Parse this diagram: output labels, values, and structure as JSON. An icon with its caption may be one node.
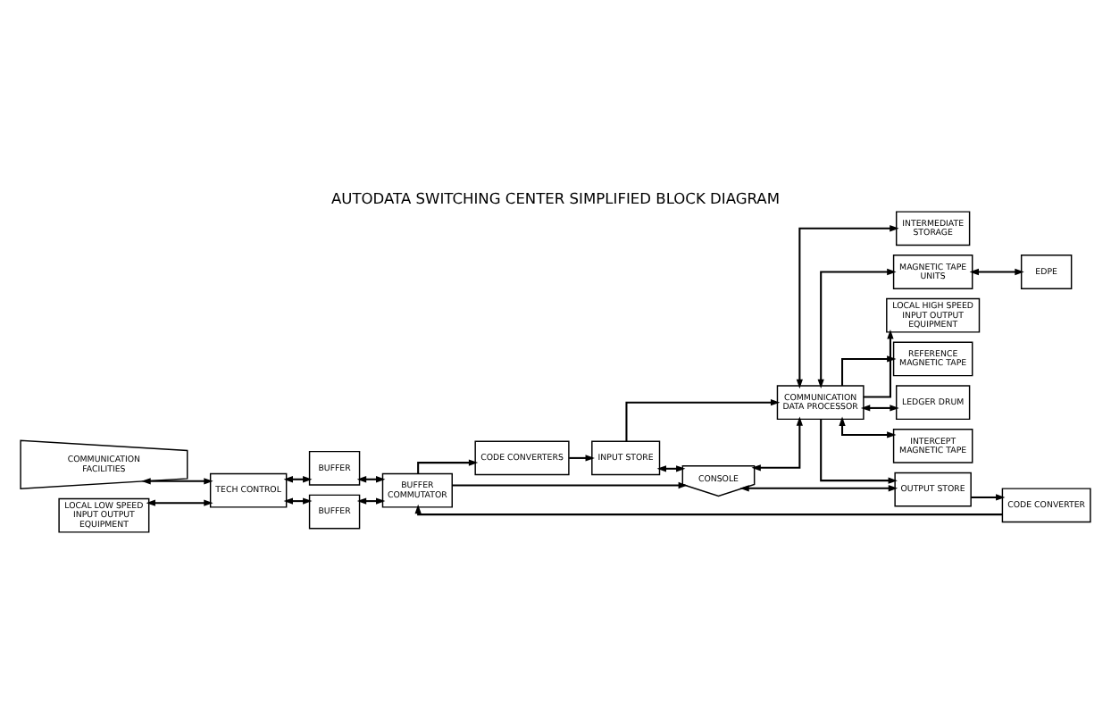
{
  "diagram": {
    "title": "AUTODATA SWITCHING CENTER SIMPLIFIED BLOCK DIAGRAM",
    "nodes": [
      {
        "text": [
          "COMMUNICATION FACILITIES"
        ]
      },
      {
        "text": [
          "TECH CONTROL"
        ]
      },
      {
        "text": [
          "BUFFER"
        ]
      },
      {
        "text": [
          "BUFFER COMMUTATOR"
        ]
      },
      {
        "text": [
          "CODE CONVERTERS"
        ]
      },
      {
        "text": [
          "INPUT STORE"
        ]
      },
      {
        "text": [
          "CONSOLE"
        ]
      },
      {
        "text": [
          "COMMUNICATION DATA PROCESSOR"
        ]
      },
      {
        "text": [
          "BUFFER"
        ]
      },
      {
        "text": [
          "CODE CONVERTER"
        ]
      },
      {
        "text": [
          "OUTPUT STORE"
        ]
      },
      {
        "text": [
          "LOCAL LOW SPEED INPUT OUTPUT EQUIPMENT"
        ]
      },
      {
        "text": [
          "LOCAL HIGH SPEED INPUT OUTPUT EQUIPMENT"
        ]
      },
      {
        "text": [
          "REFERENCE MAGNETIC TAPE"
        ]
      },
      {
        "text": [
          "LEDGER DRUM"
        ]
      },
      {
        "text": [
          "INTERCEPT MAGNETIC TAPE"
        ]
      },
      {
        "text": [
          "INTERMEDIATE STORAGE"
        ]
      },
      {
        "text": [
          "MAGNETIC TAPE UNITS"
        ]
      },
      {
        "text": [
          "EDPE"
        ]
      }
    ],
    "edges": [
      {
        "from": 0,
        "to": 1,
        "arrow": "both"
      },
      {
        "from": 1,
        "to": 2,
        "arrow": "both"
      },
      {
        "from": 2,
        "to": 3,
        "arrow": "both"
      },
      {
        "from": 1,
        "to": 8,
        "arrow": "both"
      },
      {
        "from": 8,
        "to": 3,
        "arrow": "both"
      },
      {
        "from": 3,
        "to": 4,
        "arrow": "to"
      },
      {
        "from": 4,
        "to": 5,
        "arrow": "to"
      },
      {
        "from": 5,
        "to": 7,
        "arrow": "to"
      },
      {
        "from": 5,
        "to": 6,
        "arrow": "both"
      },
      {
        "from": 3,
        "to": 6,
        "arrow": "to"
      },
      {
        "from": 6,
        "to": 7,
        "arrow": "both"
      },
      {
        "from": 7,
        "to": 10,
        "arrow": "to"
      },
      {
        "from": 10,
        "to": 6,
        "arrow": "both"
      },
      {
        "from": 10,
        "to": 9,
        "arrow": "to"
      },
      {
        "from": 9,
        "to": 3,
        "arrow": "to"
      },
      {
        "from": 11,
        "to": 1,
        "arrow": "both"
      },
      {
        "from": 7,
        "to": 12,
        "arrow": "to"
      },
      {
        "from": 7,
        "to": 13,
        "arrow": "to"
      },
      {
        "from": 7,
        "to": 14,
        "arrow": "both"
      },
      {
        "from": 7,
        "to": 15,
        "arrow": "both"
      },
      {
        "from": 7,
        "to": 16,
        "arrow": "both"
      },
      {
        "from": 7,
        "to": 17,
        "arrow": "both"
      },
      {
        "from": 17,
        "to": 18,
        "arrow": "both"
      }
    ]
  }
}
